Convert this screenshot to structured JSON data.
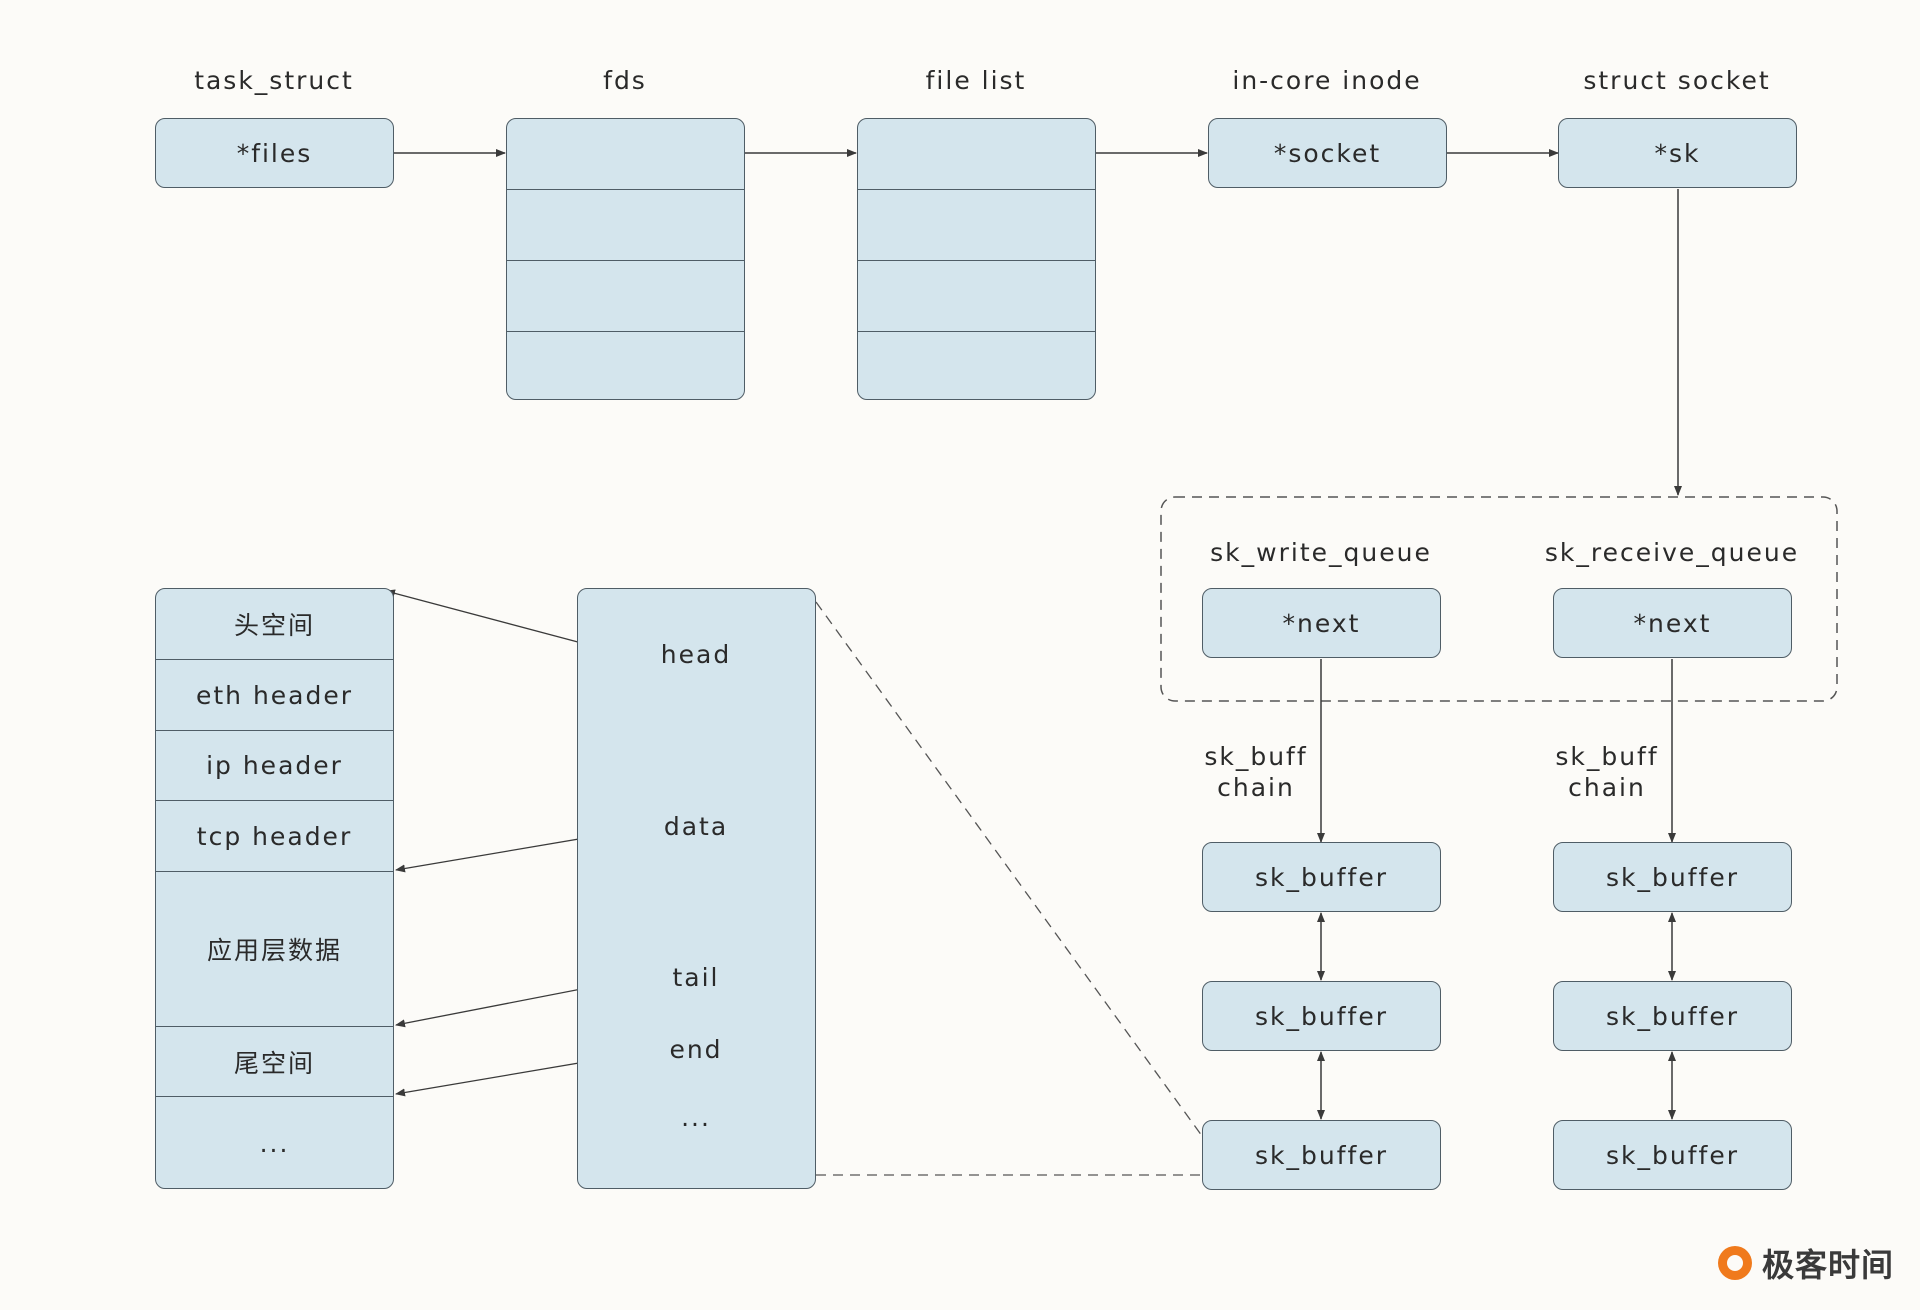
{
  "top": {
    "titles": [
      "task_struct",
      "fds",
      "file list",
      "in-core inode",
      "struct socket"
    ],
    "task_files": "*files",
    "inode_socket": "*socket",
    "socket_sk": "*sk"
  },
  "queues": {
    "write_label": "sk_write_queue",
    "receive_label": "sk_receive_queue",
    "write_next": "*next",
    "receive_next": "*next"
  },
  "chains": {
    "label_line1": "sk_buff",
    "label_line2": "chain",
    "buffer_label": "sk_buffer"
  },
  "packet": {
    "cells": [
      "头空间",
      "eth header",
      "ip header",
      "tcp header",
      "应用层数据",
      "尾空间",
      "..."
    ]
  },
  "skbuff": {
    "fields": [
      "head",
      "data",
      "tail",
      "end",
      "..."
    ]
  },
  "brand": {
    "name": "极客时间",
    "color": "#f07a1c"
  },
  "colors": {
    "box_fill": "#d4e5ed",
    "box_border": "#4f5d66",
    "background": "#fcfbf8"
  }
}
